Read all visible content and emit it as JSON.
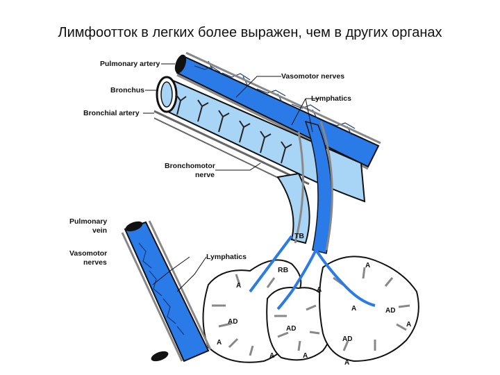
{
  "title": "Лимфоотток в  легких более выражен, чем в других органах",
  "labels": {
    "pulmonary_artery": "Pulmonary artery",
    "bronchus": "Bronchus",
    "bronchial_artery": "Bronchial artery",
    "vasomotor_nerves_top": "Vasomotor nerves",
    "lymphatics_top": "Lymphatics",
    "bronchomotor_1": "Bronchomotor",
    "bronchomotor_2": "nerve",
    "pulmonary_vein_1": "Pulmonary",
    "pulmonary_vein_2": "vein",
    "vasomotor_left_1": "Vasomotor",
    "vasomotor_left_2": "nerves",
    "lymphatics_left": "Lymphatics",
    "tb": "TB",
    "rb": "RB"
  },
  "alveoli": {
    "a": "A",
    "ad": "AD"
  },
  "colors": {
    "vessel_blue": "#2a7be8",
    "bronchus_blue": "#a8d4f5",
    "outline": "#111111"
  }
}
